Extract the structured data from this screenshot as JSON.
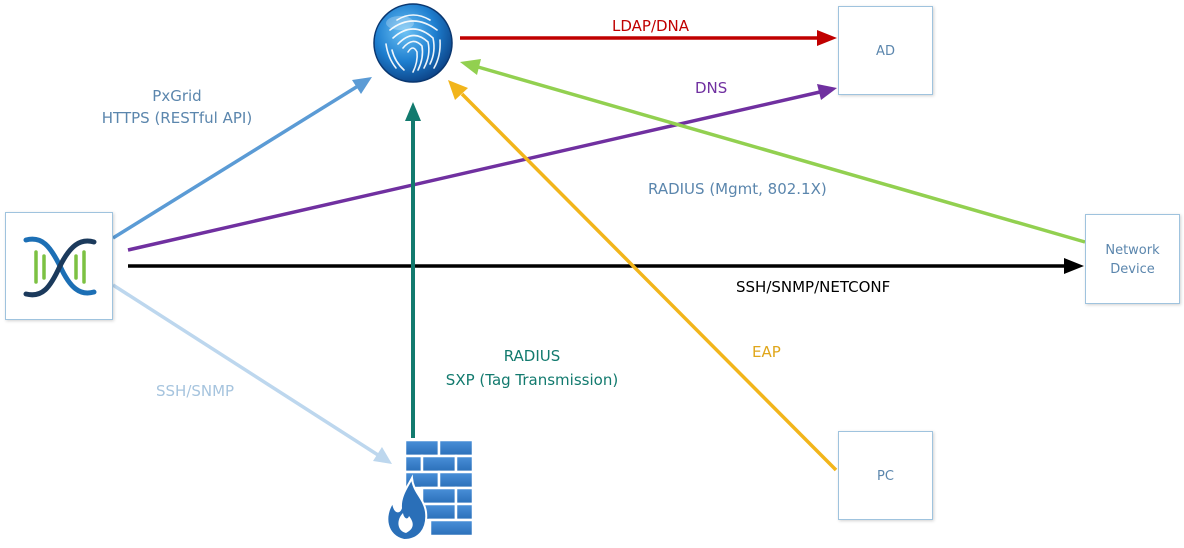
{
  "nodes": {
    "ad": {
      "label": "AD"
    },
    "network_device": {
      "label_line1": "Network",
      "label_line2": "Device"
    },
    "pc": {
      "label": "PC"
    },
    "ise": {
      "icon": "fingerprint-icon"
    },
    "dnac": {
      "icon": "dna-center-logo-icon"
    },
    "firewall": {
      "icon": "firewall-icon"
    }
  },
  "connections": {
    "ldap": {
      "label": "LDAP/DNA",
      "color": "#c00000"
    },
    "dns": {
      "label": "DNS",
      "color": "#7030a0"
    },
    "radius_mgmt": {
      "label": "RADIUS (Mgmt, 802.1X)",
      "color": "#92d050"
    },
    "ssh_netconf": {
      "label": "SSH/SNMP/NETCONF",
      "color": "#000000"
    },
    "pxgrid": {
      "label_line1": "PxGrid",
      "label_line2": "HTTPS (RESTful API)",
      "color": "#5b9bd5"
    },
    "ssh_snmp": {
      "label": "SSH/SNMP",
      "color": "#bdd7ee"
    },
    "radius_sxp": {
      "label_line1": "RADIUS",
      "label_line2": "SXP (Tag Transmission)",
      "color": "#127a6e"
    },
    "eap": {
      "label": "EAP",
      "color": "#f2b51b"
    }
  }
}
